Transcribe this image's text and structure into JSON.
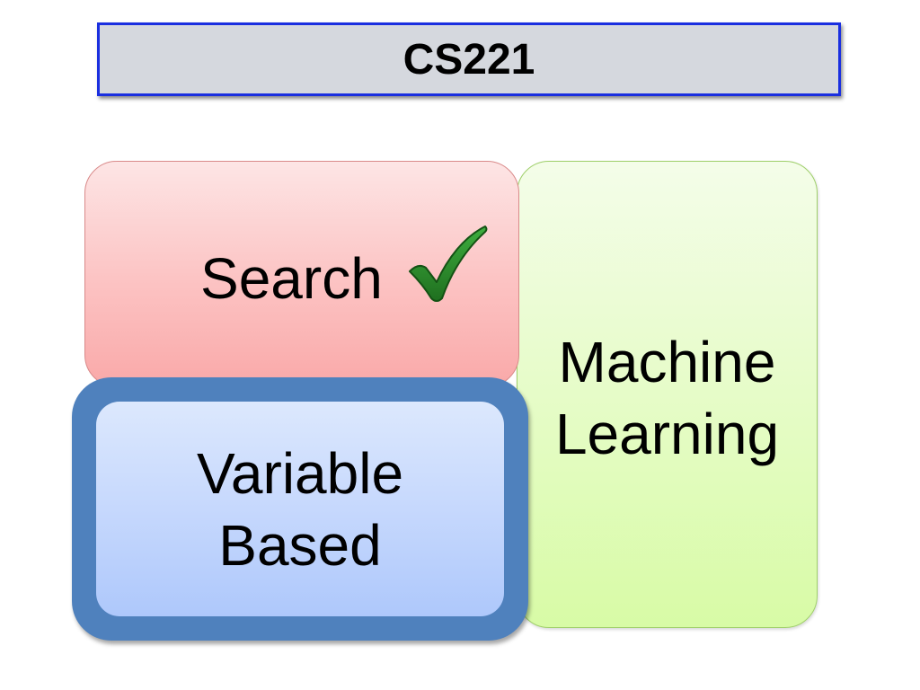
{
  "slide": {
    "title": "CS221",
    "boxes": {
      "search": {
        "label": "Search",
        "status_icon": "checkmark-icon",
        "color": "#fcc2c2"
      },
      "machine_learning": {
        "line1": "Machine",
        "line2": "Learning",
        "color": "#e6fcc8"
      },
      "variable_based": {
        "line1": "Variable",
        "line2": "Based",
        "color": "#c6d8fd",
        "highlight_border_color": "#4f81bd"
      }
    },
    "colors": {
      "title_bar_fill": "#d5d8de",
      "title_bar_border": "#1a2fe0",
      "check_green": "#2e8b2e"
    }
  }
}
